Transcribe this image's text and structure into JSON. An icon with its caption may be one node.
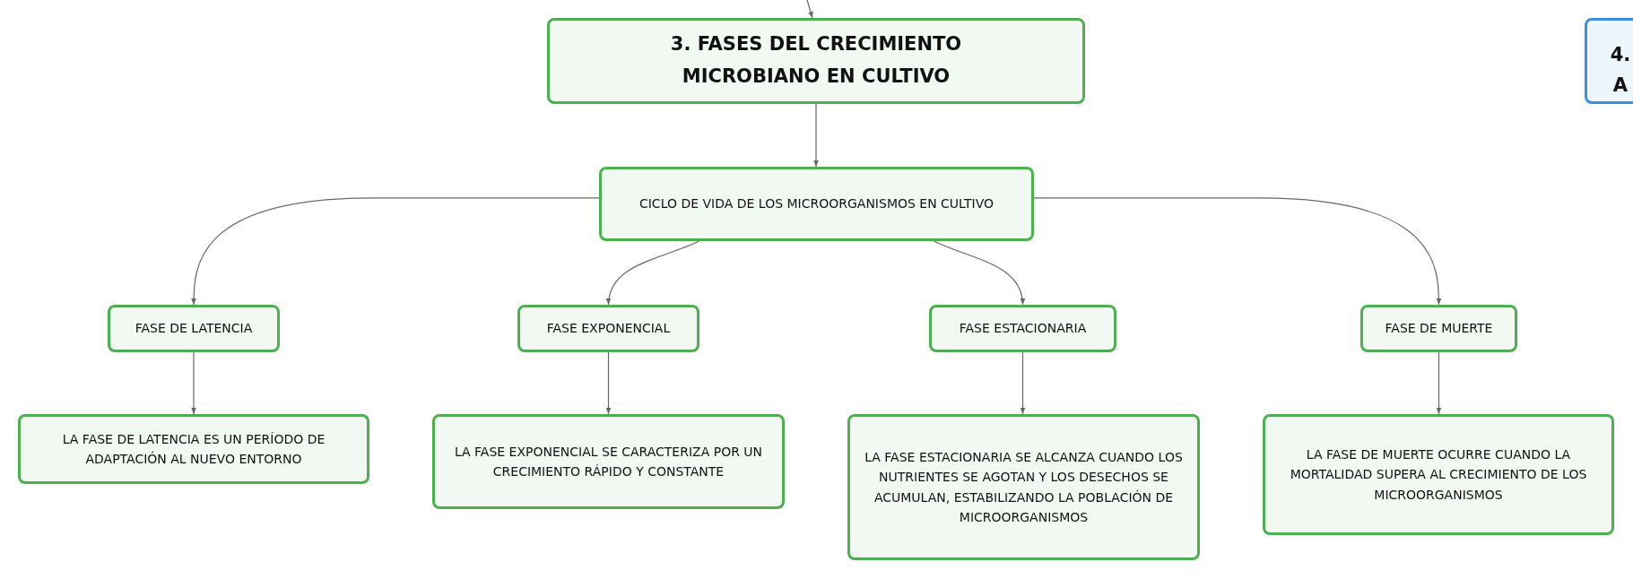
{
  "diagram": {
    "nodes": [
      {
        "text": [
          "3. FASES DEL CRECIMIENTO MICROBIANO EN CULTIVO"
        ]
      },
      {
        "text": [
          "4. A"
        ]
      },
      {
        "text": [
          "CICLO DE VIDA DE LOS MICROORGANISMOS EN CULTIVO"
        ]
      },
      {
        "text": [
          "FASE DE LATENCIA"
        ]
      },
      {
        "text": [
          "FASE EXPONENCIAL"
        ]
      },
      {
        "text": [
          "FASE ESTACIONARIA"
        ]
      },
      {
        "text": [
          "FASE DE MUERTE"
        ]
      },
      {
        "text": [
          "LA FASE DE LATENCIA ES UN PERÍODO DE ADAPTACIÓN AL NUEVO ENTORNO"
        ]
      },
      {
        "text": [
          "LA FASE EXPONENCIAL SE CARACTERIZA POR UN CRECIMIENTO RÁPIDO Y CONSTANTE"
        ]
      },
      {
        "text": [
          "LA FASE ESTACIONARIA SE ALCANZA CUANDO LOS NUTRIENTES SE AGOTAN Y LOS DESECHOS SE ACUMULAN, ESTABILIZANDO LA POBLACIÓN DE MICROORGANISMOS"
        ]
      },
      {
        "text": [
          "LA FASE DE MUERTE OCURRE CUANDO LA MORTALIDAD SUPERA AL CRECIMIENTO DE LOS MICROORGANISMOS"
        ]
      }
    ],
    "edges": [
      {
        "from": null,
        "to": 0,
        "arrow": "to"
      },
      {
        "from": 0,
        "to": 2,
        "arrow": "to"
      },
      {
        "from": 2,
        "to": 3,
        "arrow": "to"
      },
      {
        "from": 2,
        "to": 4,
        "arrow": "to"
      },
      {
        "from": 2,
        "to": 5,
        "arrow": "to"
      },
      {
        "from": 2,
        "to": 6,
        "arrow": "to"
      },
      {
        "from": 3,
        "to": 7,
        "arrow": "to"
      },
      {
        "from": 4,
        "to": 8,
        "arrow": "to"
      },
      {
        "from": 5,
        "to": 9,
        "arrow": "to"
      },
      {
        "from": 6,
        "to": 10,
        "arrow": "to"
      }
    ]
  }
}
